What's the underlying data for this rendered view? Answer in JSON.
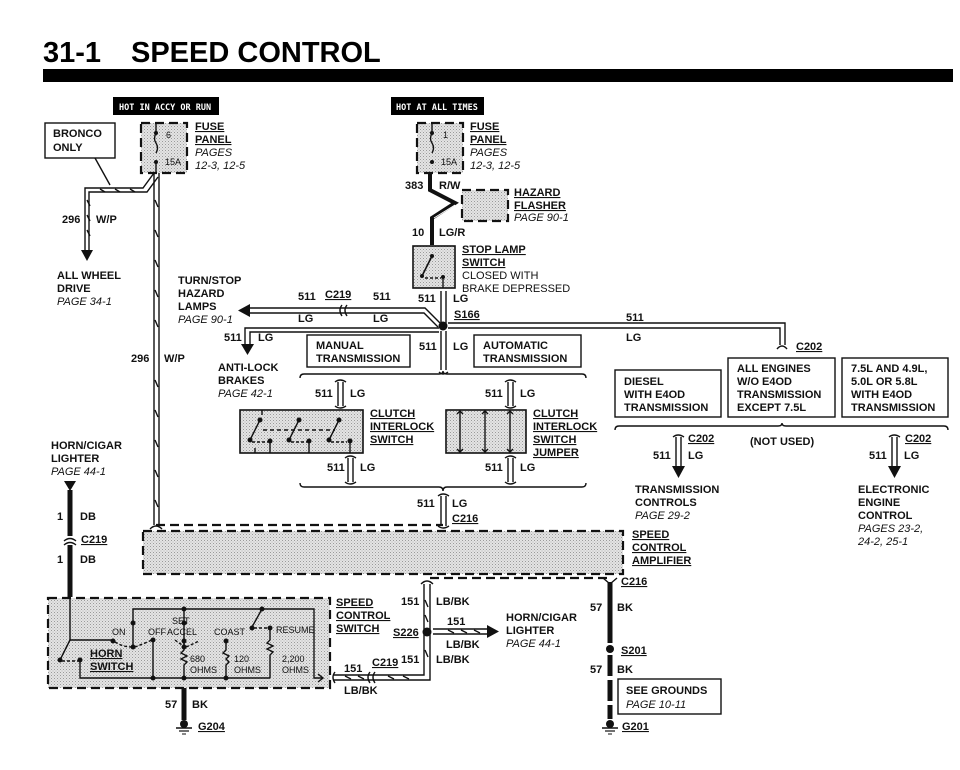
{
  "header": {
    "section": "31-1",
    "title": "SPEED CONTROL"
  },
  "power": {
    "accy_label": "HOT IN ACCY OR RUN",
    "all_times_label": "HOT AT ALL TIMES"
  },
  "fuse_left": {
    "number": "6",
    "rating": "15A",
    "name_1": "FUSE",
    "name_2": "PANEL",
    "ref_1": "PAGES",
    "ref_2": "12-3, 12-5"
  },
  "fuse_right": {
    "number": "1",
    "rating": "15A",
    "name_1": "FUSE",
    "name_2": "PANEL",
    "ref_1": "PAGES",
    "ref_2": "12-3, 12-5"
  },
  "bronco": {
    "line_1": "BRONCO",
    "line_2": "ONLY"
  },
  "wires": {
    "w296_num": "296",
    "w296_color": "W/P",
    "w296b_num": "296",
    "w296b_color": "W/P",
    "w383_num": "383",
    "w383_color": "R/W",
    "w10_num": "10",
    "w10_color": "LG/R",
    "w511": "511",
    "lg": "LG",
    "w1": "1",
    "db": "DB",
    "w151": "151",
    "lbbk": "LB/BK",
    "w57": "57",
    "bk": "BK"
  },
  "hazard": {
    "line_1": "HAZARD",
    "line_2": "FLASHER",
    "ref": "PAGE 90-1"
  },
  "stop_lamp": {
    "line_1": "STOP LAMP",
    "line_2": "SWITCH",
    "note_1": "CLOSED WITH",
    "note_2": "BRAKE DEPRESSED"
  },
  "awd": {
    "line_1": "ALL WHEEL",
    "line_2": "DRIVE",
    "ref": "PAGE 34-1"
  },
  "turn_stop": {
    "line_1": "TURN/STOP",
    "line_2": "HAZARD",
    "line_3": "LAMPS",
    "ref": "PAGE 90-1"
  },
  "abs": {
    "line_1": "ANTI-LOCK",
    "line_2": "BRAKES",
    "ref": "PAGE 42-1"
  },
  "connectors": {
    "c219": "C219",
    "s166": "S166",
    "c202": "C202",
    "c216": "C216",
    "s226": "S226",
    "s201": "S201",
    "g201": "G201",
    "g204": "G204"
  },
  "manual": {
    "line_1": "MANUAL",
    "line_2": "TRANSMISSION"
  },
  "automatic": {
    "line_1": "AUTOMATIC",
    "line_2": "TRANSMISSION"
  },
  "clutch_switch": {
    "line_1": "CLUTCH",
    "line_2": "INTERLOCK",
    "line_3": "SWITCH"
  },
  "clutch_jumper": {
    "line_1": "CLUTCH",
    "line_2": "INTERLOCK",
    "line_3": "SWITCH",
    "line_4": "JUMPER"
  },
  "variants": {
    "diesel": [
      "DIESEL",
      "WITH E4OD",
      "TRANSMISSION"
    ],
    "all_engines": [
      "ALL ENGINES",
      "W/O E4OD",
      "TRANSMISSION",
      "EXCEPT 7.5L"
    ],
    "big_engines": [
      "7.5L AND 4.9L,",
      "5.0L OR 5.8L",
      "WITH E4OD",
      "TRANSMISSION"
    ],
    "not_used": "(NOT USED)"
  },
  "trans_controls": {
    "line_1": "TRANSMISSION",
    "line_2": "CONTROLS",
    "ref": "PAGE 29-2"
  },
  "eec": {
    "line_1": "ELECTRONIC",
    "line_2": "ENGINE",
    "line_3": "CONTROL",
    "ref_1": "PAGES 23-2,",
    "ref_2": "24-2, 25-1"
  },
  "horn_top": {
    "line_1": "HORN/CIGAR",
    "line_2": "LIGHTER",
    "ref": "PAGE 44-1"
  },
  "amplifier": {
    "line_1": "SPEED",
    "line_2": "CONTROL",
    "line_3": "AMPLIFIER"
  },
  "sc_switch": {
    "line_1": "SPEED",
    "line_2": "CONTROL",
    "line_3": "SWITCH",
    "horn_1": "HORN",
    "horn_2": "SWITCH",
    "on": "ON",
    "off": "OFF",
    "set": "SET",
    "accel": "ACCEL",
    "coast": "COAST",
    "resume": "RESUME",
    "r1_val": "680",
    "r2_val": "120",
    "r3_val": "2,200",
    "ohms": "OHMS"
  },
  "horn_right": {
    "line_1": "HORN/CIGAR",
    "line_2": "LIGHTER",
    "ref": "PAGE 44-1"
  },
  "grounds": {
    "line_1": "SEE GROUNDS",
    "ref": "PAGE 10-11"
  }
}
